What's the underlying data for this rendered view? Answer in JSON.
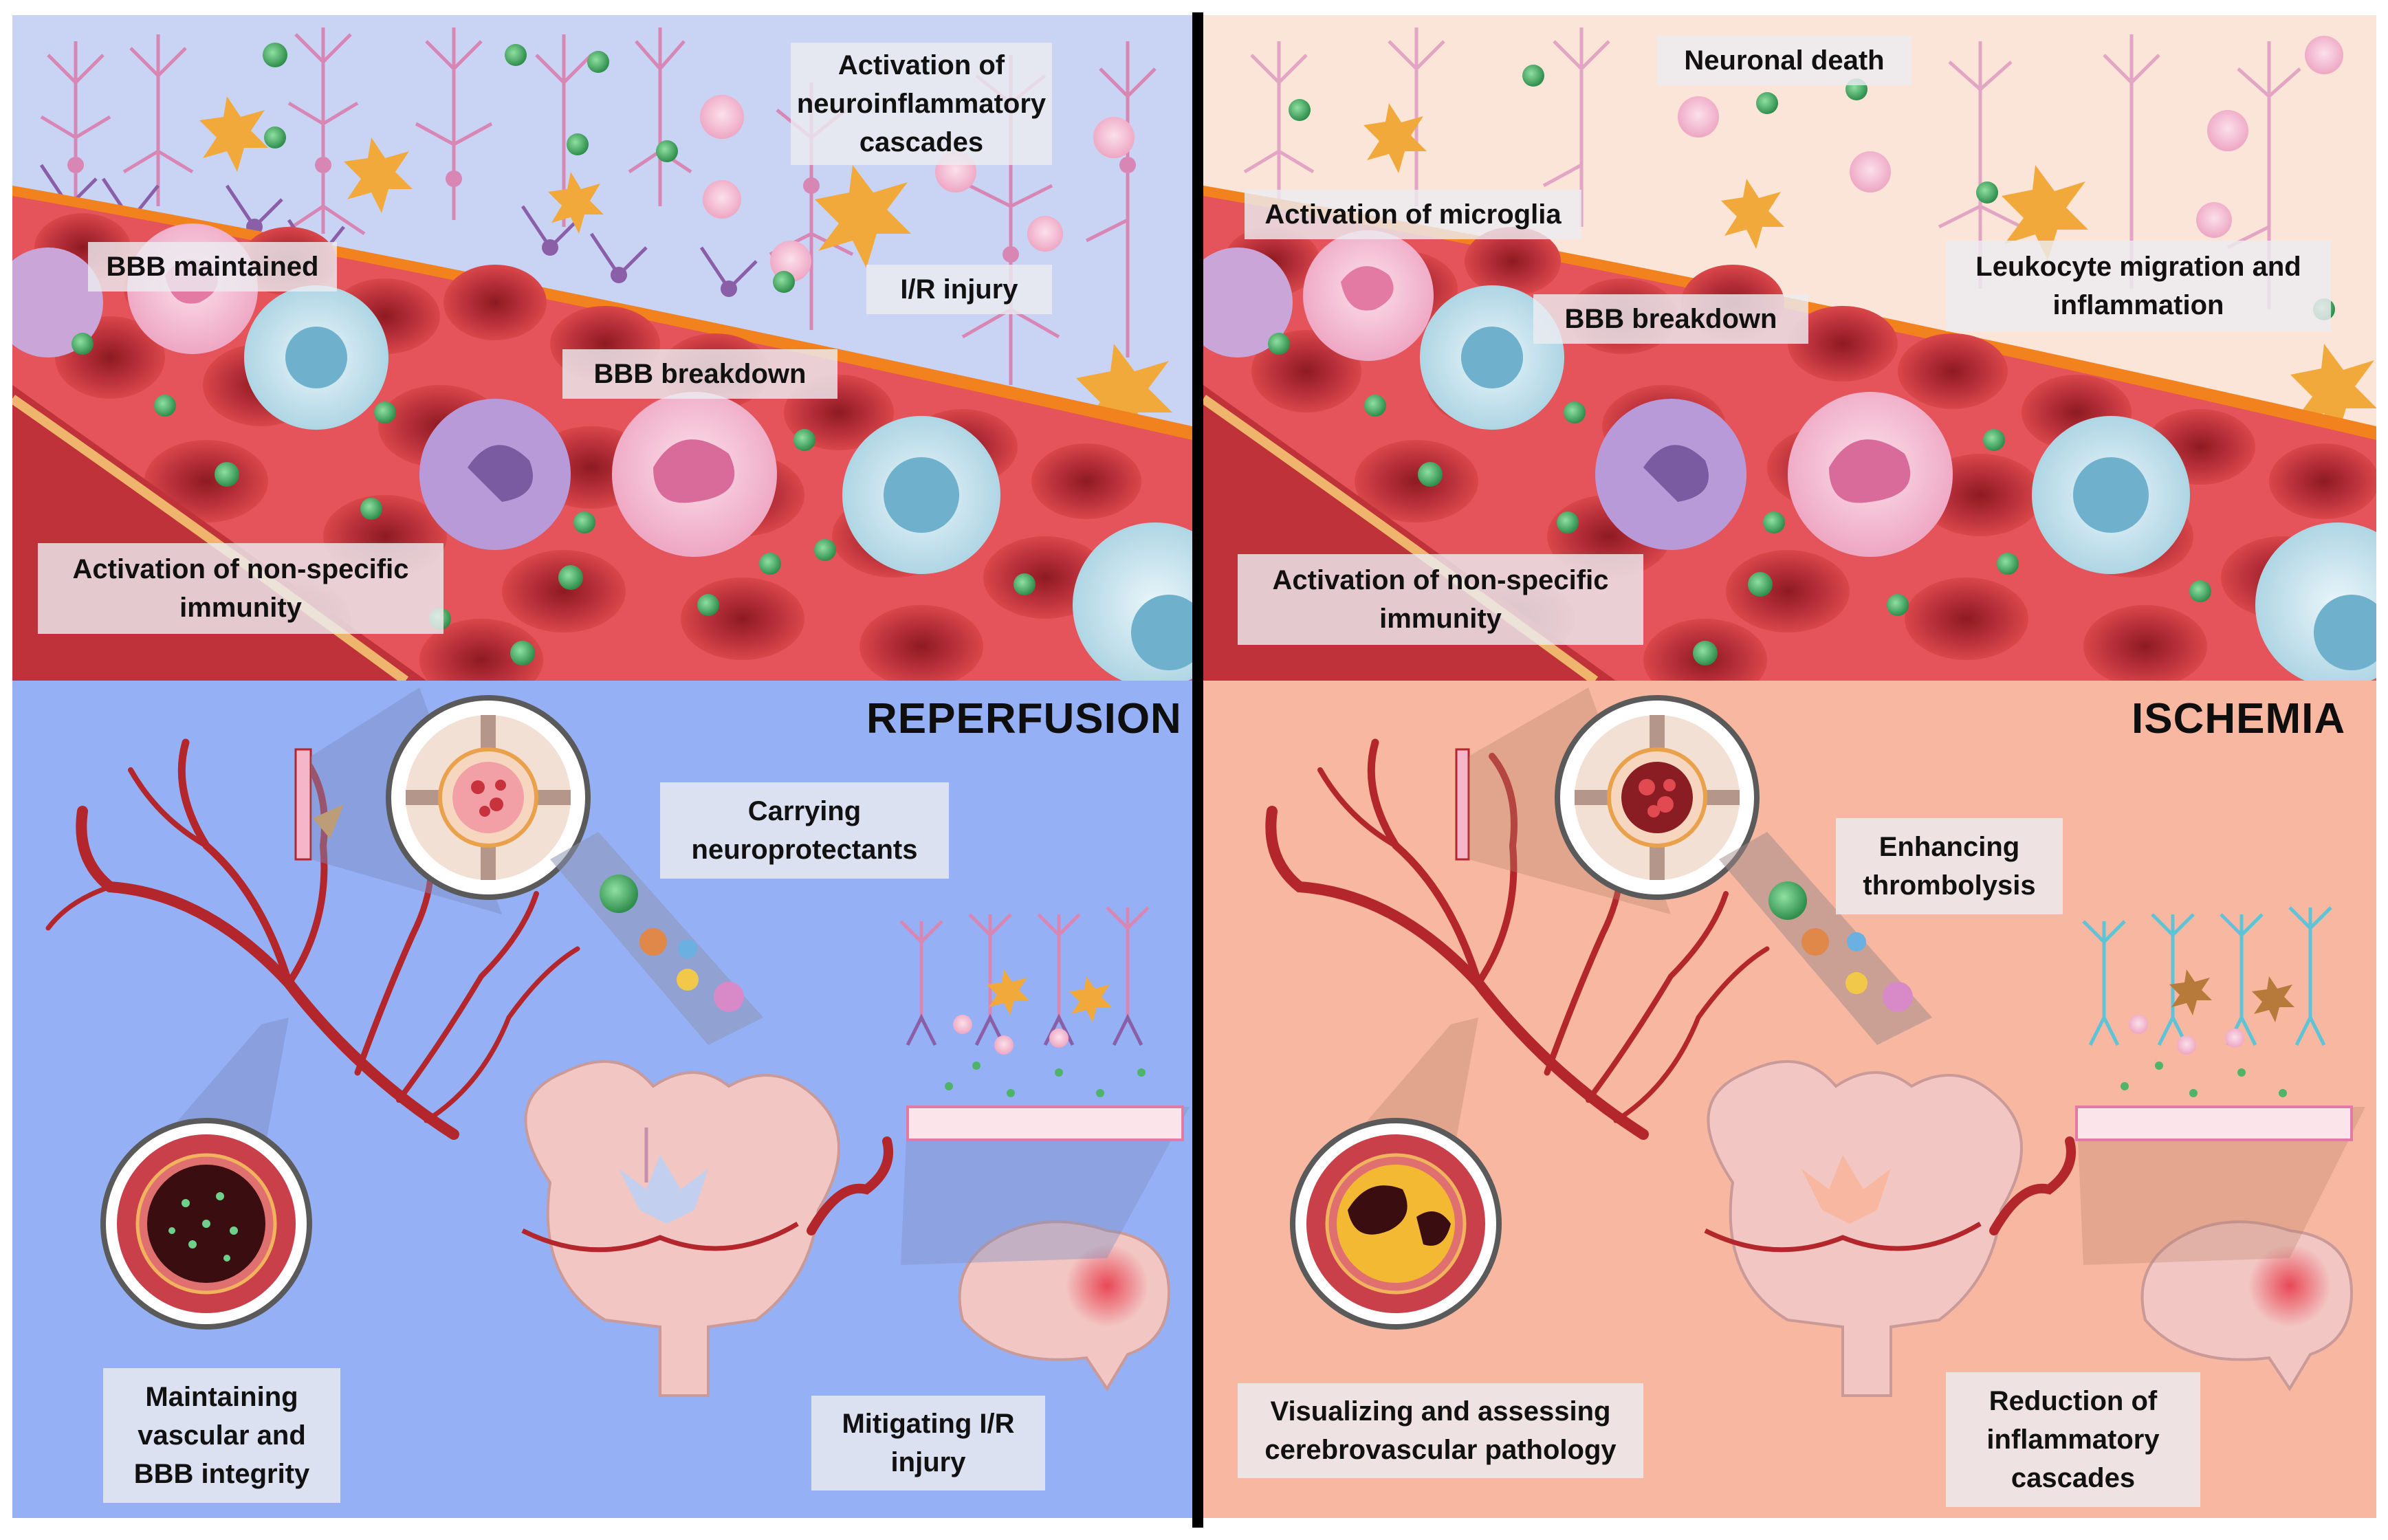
{
  "colors": {
    "reperfusion_top_bg": "#c9d3f4",
    "reperfusion_bottom_bg": "#96b0f5",
    "ischemia_top_bg": "#fbe4d8",
    "ischemia_bottom_bg": "#f7b7a0",
    "divider": "#000000",
    "vessel_red": "#b3262c",
    "rbc_red": "#c63a3c",
    "neuron_pink": "#d887b5",
    "neuron_purple": "#8a5fa8",
    "astrocyte_orange": "#f2a93b",
    "nanoparticle_green": "#4fb36a",
    "macrophage_blue": "#cfe6ef",
    "brain_pink": "#f2c6c3",
    "neuron_cyan": "#5fc3d8"
  },
  "reperfusion": {
    "title": "REPERFUSION",
    "top_labels": {
      "neuroinflammatory": "Activation of\nneuroinflammatory\ncascades",
      "bbb_maintained": "BBB maintained",
      "ir_injury": "I/R injury",
      "bbb_breakdown": "BBB breakdown",
      "nonspecific_immunity": "Activation of non-specific\nimmunity"
    },
    "bottom_labels": {
      "neuroprotectants": "Carrying\nneuroprotectants",
      "vascular_integrity": "Maintaining\nvascular and\nBBB integrity",
      "mitigating_ir": "Mitigating I/R\ninjury"
    }
  },
  "ischemia": {
    "title": "ISCHEMIA",
    "top_labels": {
      "neuronal_death": "Neuronal death",
      "microglia": "Activation of microglia",
      "leukocyte": "Leukocyte migration and\ninflammation",
      "bbb_breakdown": "BBB breakdown",
      "nonspecific_immunity": "Activation of non-specific\nimmunity"
    },
    "bottom_labels": {
      "thrombolysis": "Enhancing\nthrombolysis",
      "visualizing": "Visualizing and assessing\ncerebrovascular pathology",
      "inflammatory_reduction": "Reduction of\ninflammatory\ncascades"
    }
  }
}
